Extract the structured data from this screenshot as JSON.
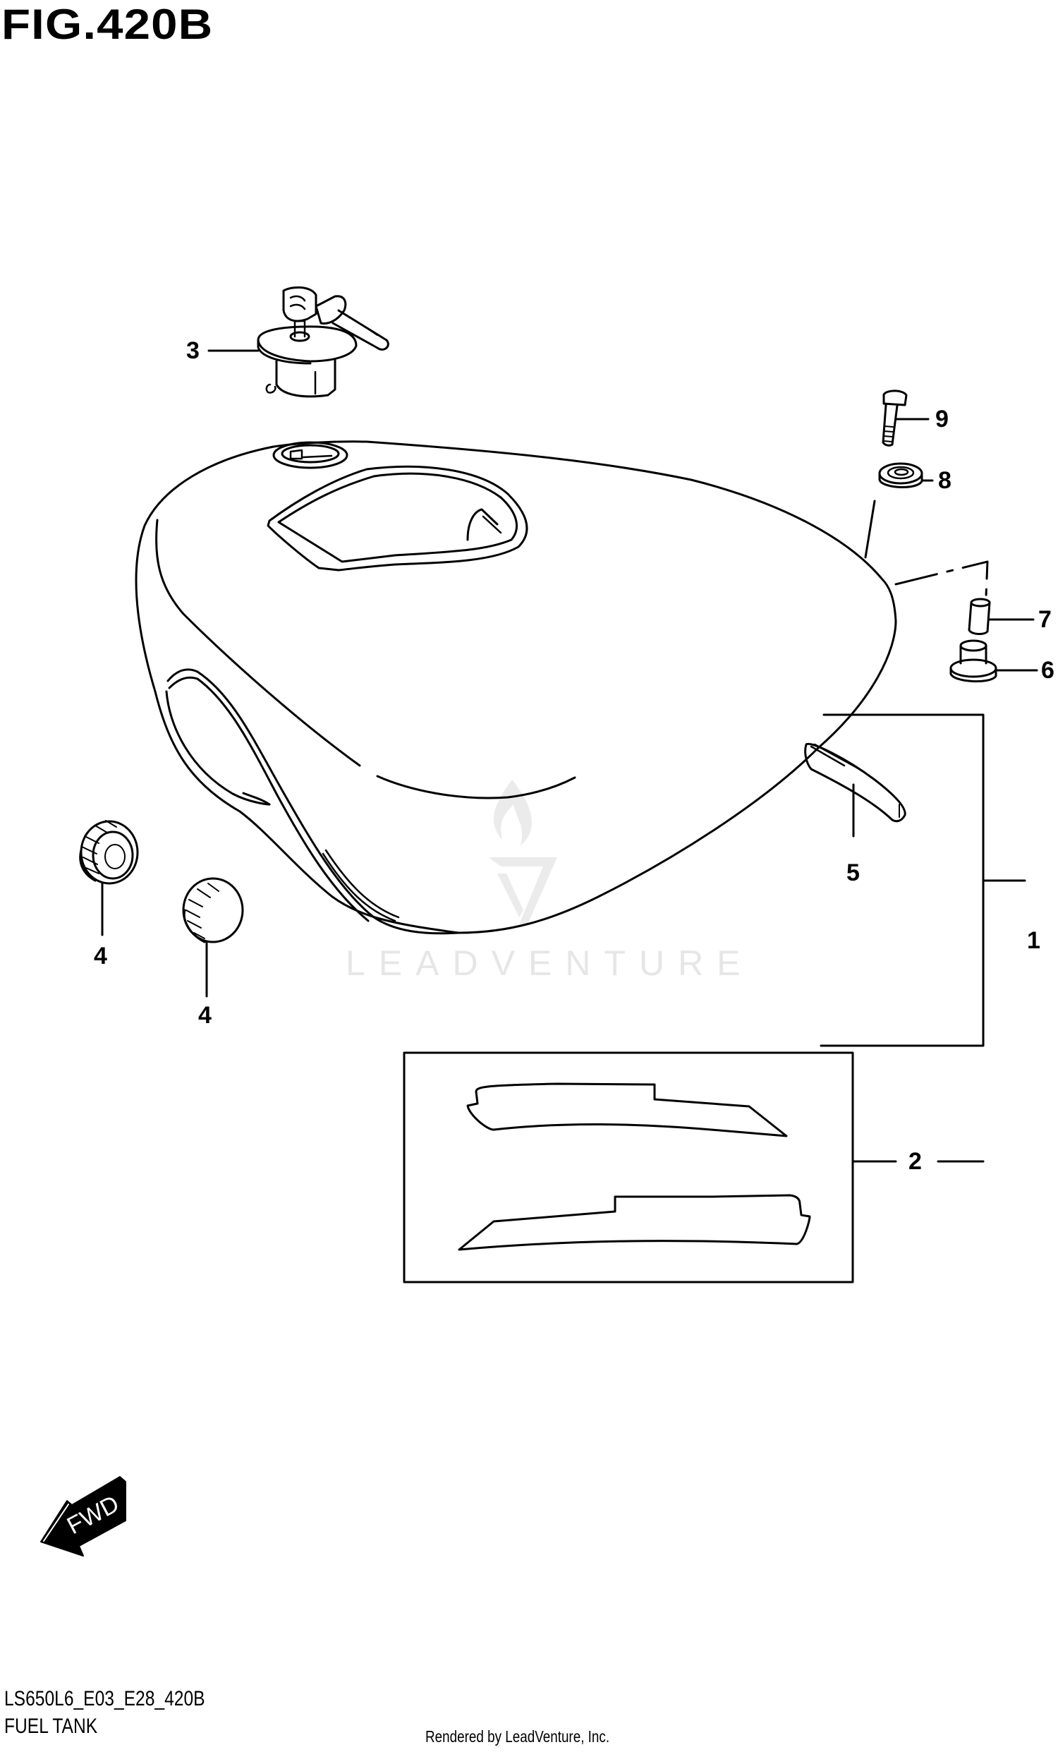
{
  "header": {
    "figure_title": "FIG.420B"
  },
  "callouts": [
    {
      "number": "1",
      "part": "fuel-tank-assembly"
    },
    {
      "number": "2",
      "part": "tank-emblem-set"
    },
    {
      "number": "3",
      "part": "fuel-cap-with-keys"
    },
    {
      "number": "4",
      "part": "tank-cushion"
    },
    {
      "number": "5",
      "part": "tank-trim-cushion"
    },
    {
      "number": "6",
      "part": "rear-mount-cushion"
    },
    {
      "number": "7",
      "part": "spacer-collar"
    },
    {
      "number": "8",
      "part": "washer"
    },
    {
      "number": "9",
      "part": "bolt"
    }
  ],
  "orientation": {
    "arrow_label": "FWD"
  },
  "watermark": {
    "text": "LEADVENTURE",
    "color": "#e6e6e6"
  },
  "footer": {
    "model_code": "LS650L6_E03_E28_420B",
    "section_name": "FUEL TANK",
    "credit": "Rendered by LeadVenture, Inc."
  },
  "colors": {
    "line": "#000000",
    "background": "#ffffff",
    "watermark": "#e6e6e6"
  }
}
